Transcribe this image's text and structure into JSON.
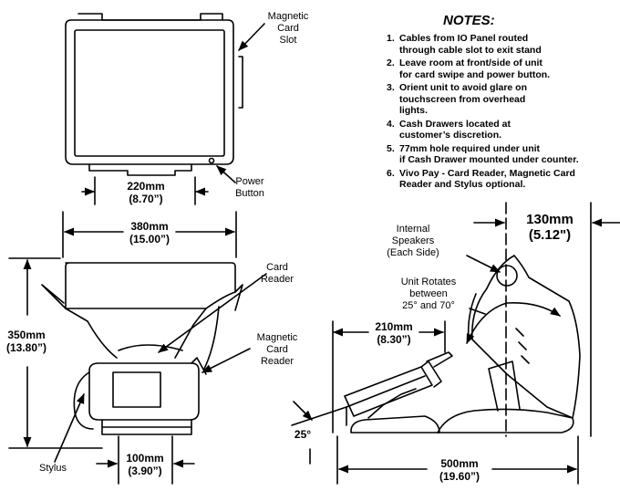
{
  "notes": {
    "title": "NOTES:",
    "items": [
      {
        "num": "1.",
        "text": "Cables from IO Panel routed\nthrough cable slot to exit stand"
      },
      {
        "num": "2.",
        "text": "Leave room at front/side of unit\nfor card swipe and power button."
      },
      {
        "num": "3.",
        "text": "Orient unit to avoid glare on\ntouchscreen from overhead\nlights."
      },
      {
        "num": "4.",
        "text": "Cash Drawers located at\ncustomer’s discretion."
      },
      {
        "num": "5.",
        "text": "77mm hole required under unit\nif Cash Drawer mounted under counter."
      },
      {
        "num": "6.",
        "text": "Vivo Pay - Card Reader, Magnetic Card\nReader and Stylus optional."
      }
    ]
  },
  "labels": {
    "magnetic_card_slot": "Magnetic\nCard\nSlot",
    "power_button": "Power\nButton",
    "card_reader": "Card\nReader",
    "magnetic_card_reader": "Magnetic\nCard\nReader",
    "stylus": "Stylus",
    "internal_speakers": "Internal\nSpeakers\n(Each Side)",
    "unit_rotates": "Unit Rotates\nbetween\n25° and 70°"
  },
  "dimensions": {
    "base_width": "220mm\n(8.70”)",
    "overall_width": "380mm\n(15.00”)",
    "height": "350mm\n(13.80”)",
    "pedestal_width": "100mm\n(3.90”)",
    "depth_tilted": "210mm\n(8.30”)",
    "rear_clearance": "130mm\n(5.12\")",
    "overall_depth": "500mm\n(19.60”)",
    "tilt_angle": "25°"
  }
}
